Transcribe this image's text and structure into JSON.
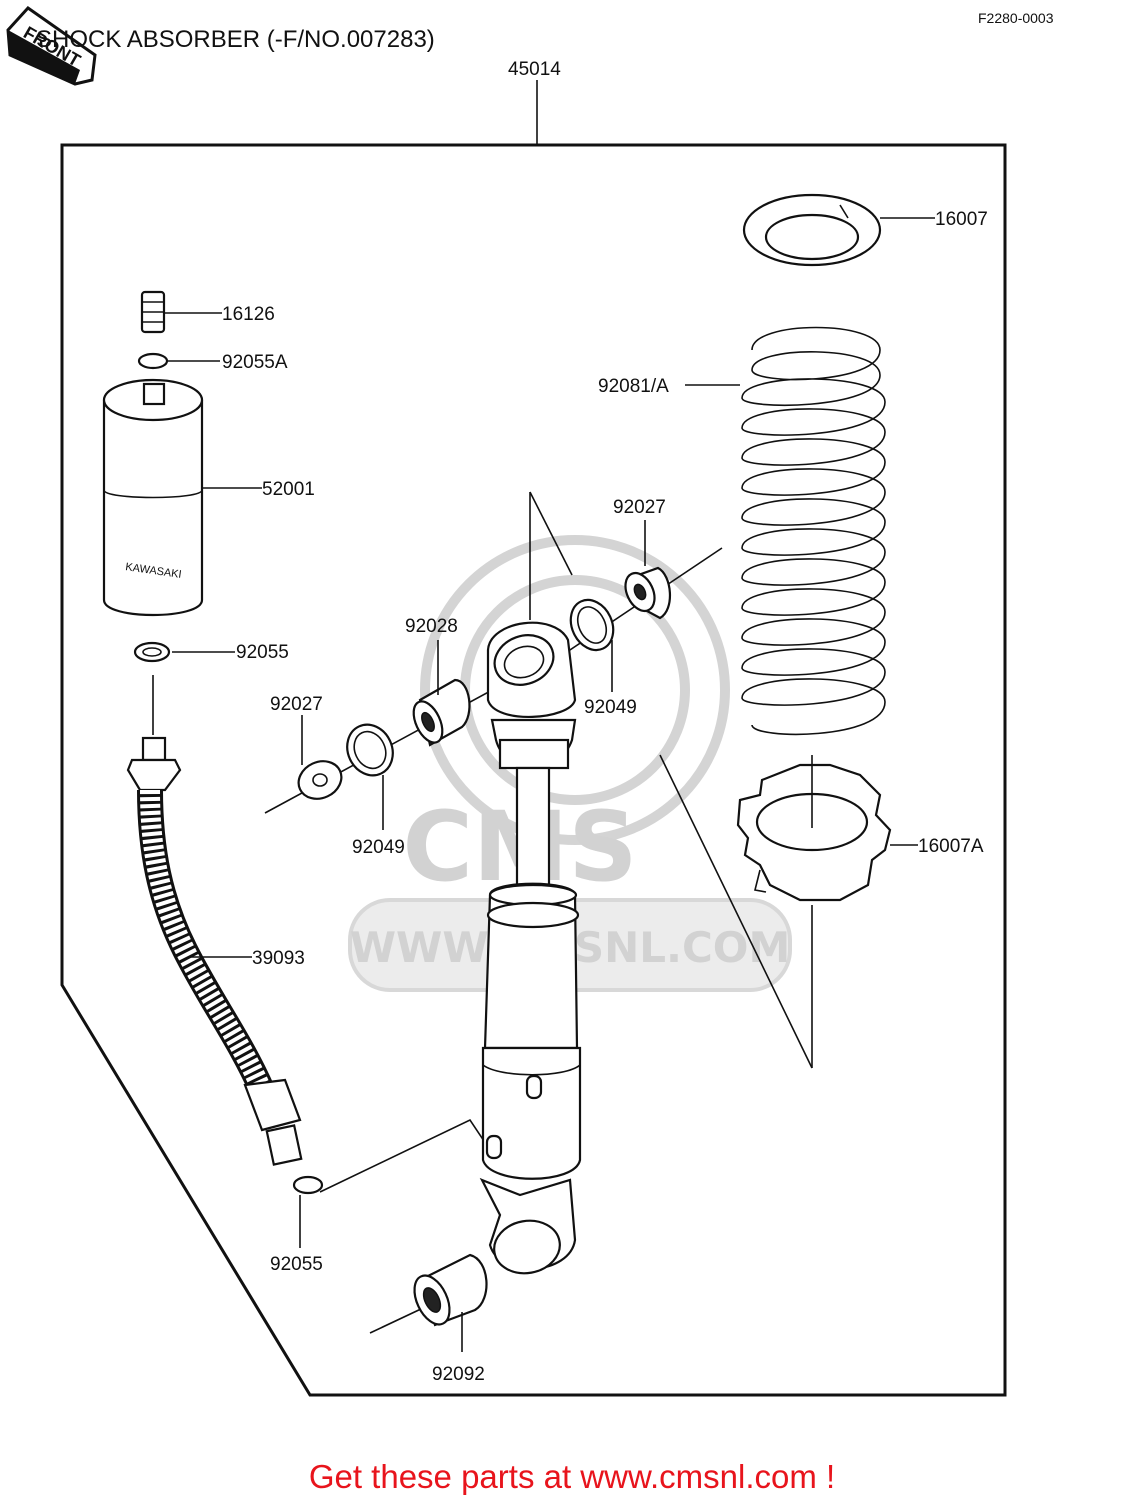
{
  "header": {
    "title": "SHOCK ABSORBER (-F/NO.007283)",
    "diagram_code": "F2280-0003",
    "front_badge": "FRONT"
  },
  "callouts": {
    "assembly": "45014",
    "spring_seat": "16007",
    "valve": "16126",
    "oring_a": "92055A",
    "reservoir": "52001",
    "spring": "92081/A",
    "seal_right": "92027",
    "collar": "92028",
    "seal_left": "92027",
    "washer_right": "92049",
    "oring_top": "92055",
    "washer_left": "92049",
    "adjuster_nut": "16007A",
    "hose": "39093",
    "oring_bottom": "92055",
    "bushing_bottom": "92092"
  },
  "body_marking": "KAWASAKI",
  "watermark": {
    "brand": "CMS",
    "url": "WWW.CMSNL.COM"
  },
  "footer": {
    "promo": "Get these parts at www.cmsnl.com !"
  }
}
